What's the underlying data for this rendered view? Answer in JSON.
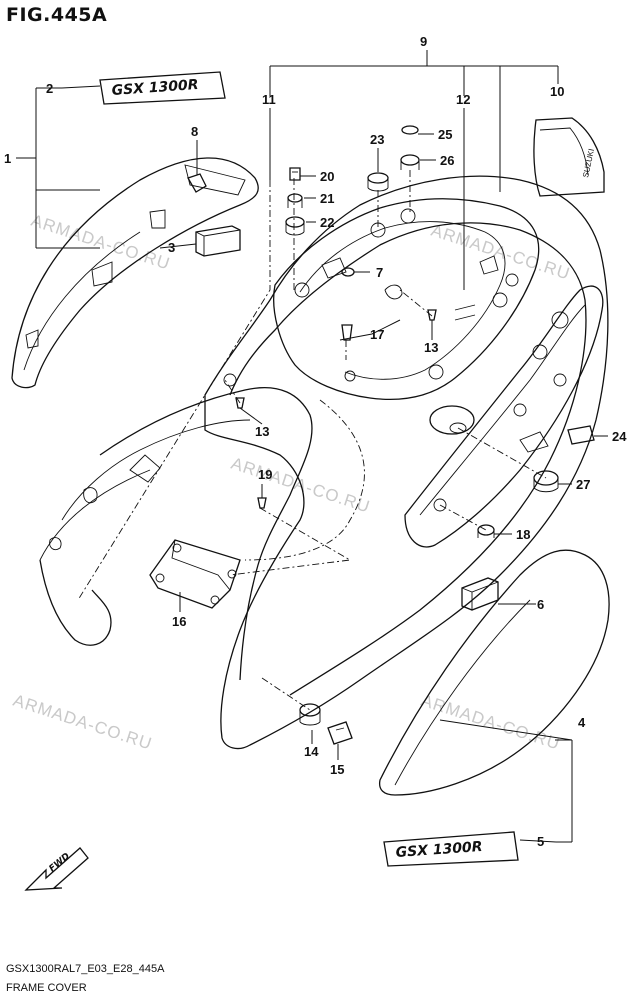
{
  "figure": {
    "title": "FIG.445A",
    "code": "GSX1300RAL7_E03_E28_445A",
    "caption": "FRAME COVER"
  },
  "watermark": "ARMADA-CO.RU",
  "decals": {
    "logo_top": "GSX 1300R",
    "logo_bottom": "GSX 1300R",
    "cowl_brand": "SUZUKI"
  },
  "direction_arrow": "FWD",
  "callouts": [
    "1",
    "2",
    "3",
    "4",
    "5",
    "6",
    "7",
    "8",
    "9",
    "10",
    "11",
    "12",
    "13",
    "13",
    "13",
    "14",
    "15",
    "16",
    "17",
    "18",
    "19",
    "20",
    "21",
    "22",
    "23",
    "24",
    "25",
    "26",
    "27"
  ]
}
